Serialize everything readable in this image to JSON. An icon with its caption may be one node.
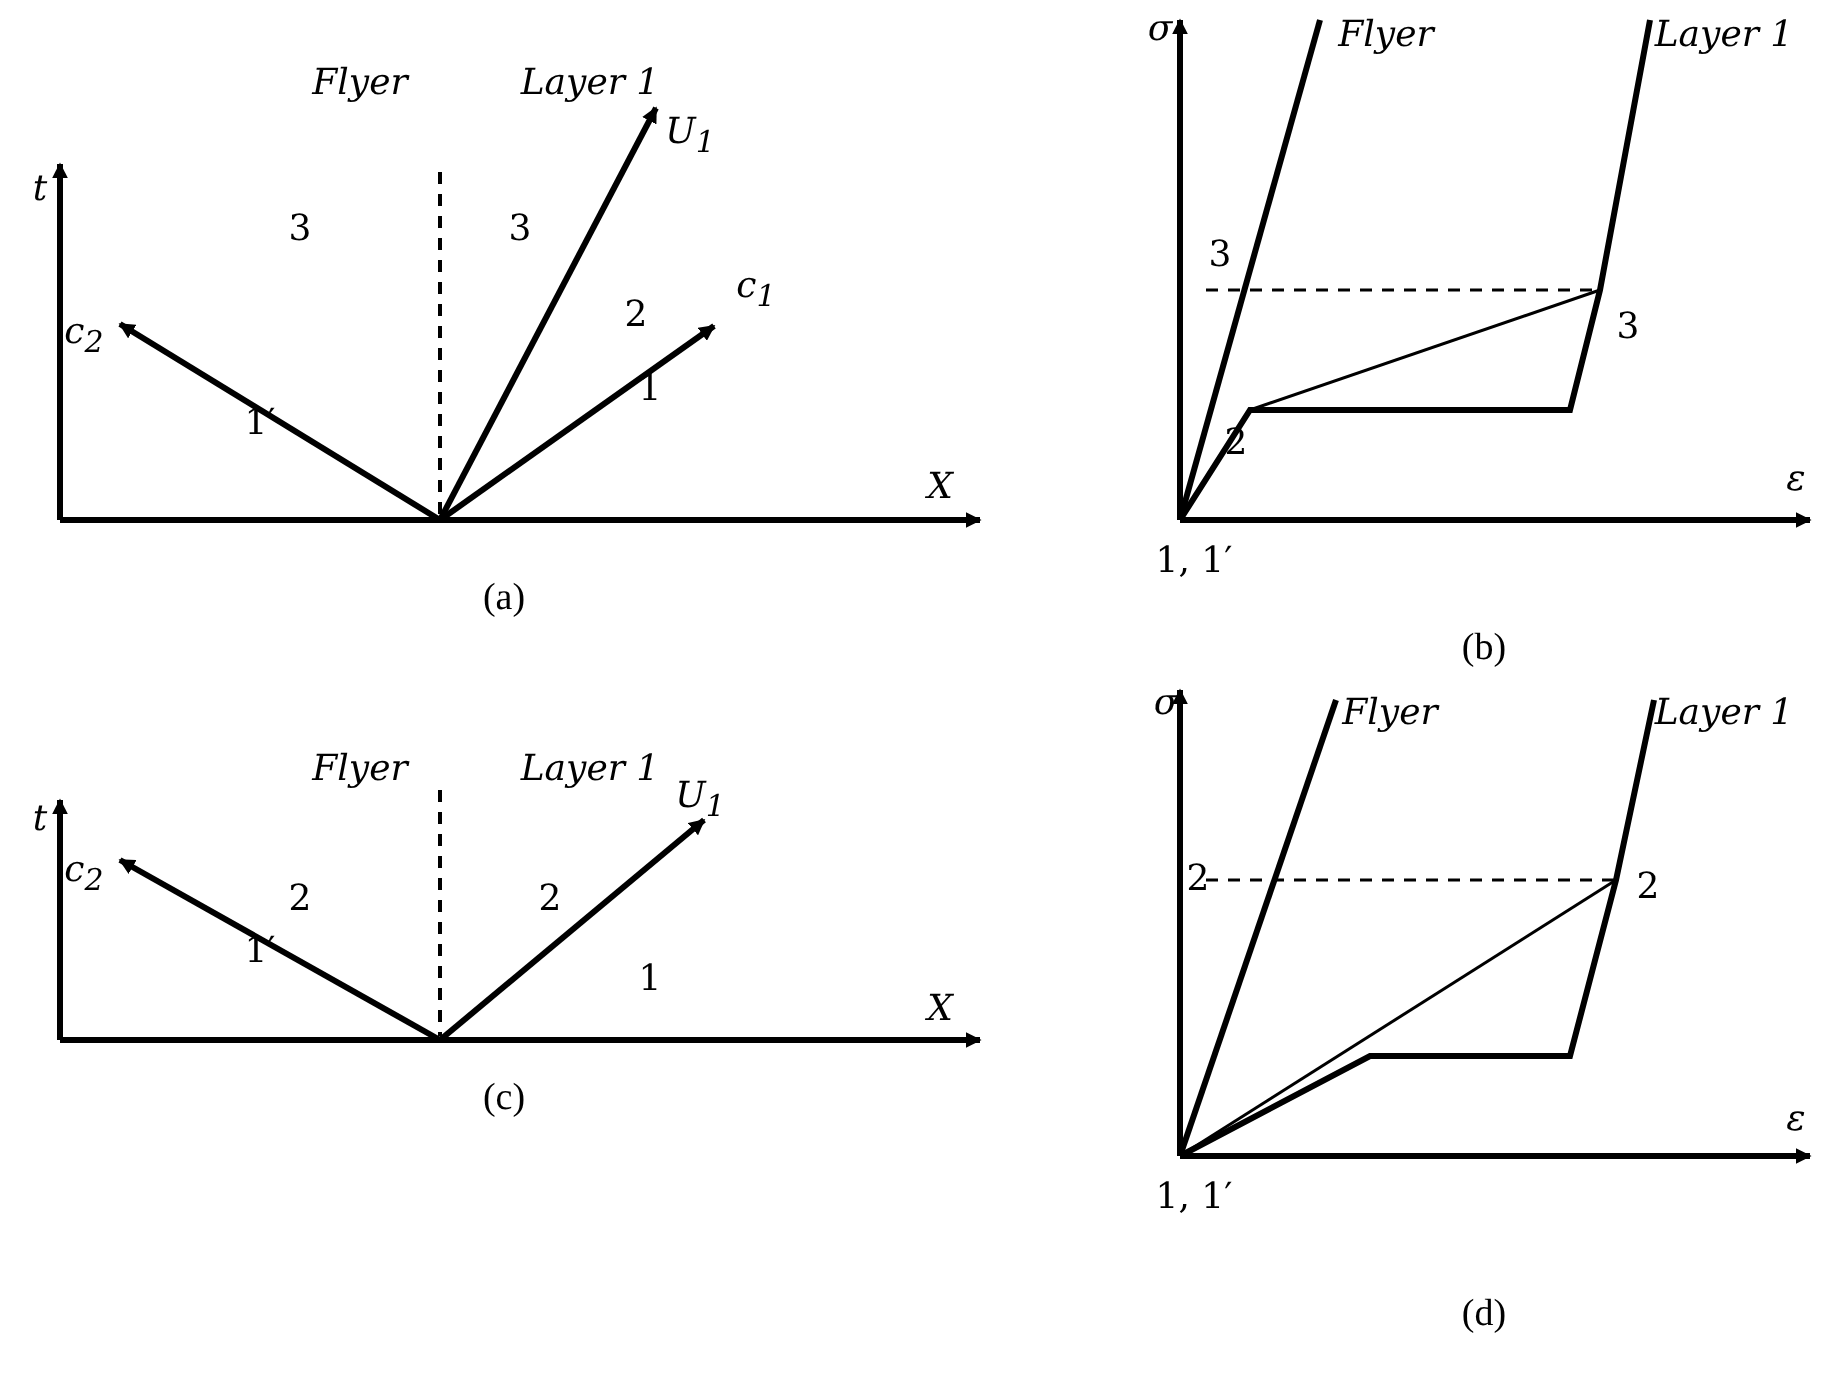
{
  "diagram": {
    "labels": [
      "t",
      "Flyer",
      "Layer 1",
      "U$_{1}$",
      "3",
      "3",
      "2",
      "c$_{1}$",
      "c$_{2}$",
      "1′",
      "1",
      "X",
      "(a)",
      "σ",
      "Flyer",
      "Layer 1",
      "3",
      "3",
      "2",
      "ε",
      "1, 1′",
      "(b)",
      "t",
      "Flyer",
      "Layer 1",
      "U$_{1}$",
      "2",
      "2",
      "c$_{2}$",
      "1′",
      "1",
      "X",
      "(c)",
      "σ",
      "Flyer",
      "Layer 1",
      "2",
      "2",
      "ε",
      "1, 1′",
      "(d)"
    ]
  }
}
